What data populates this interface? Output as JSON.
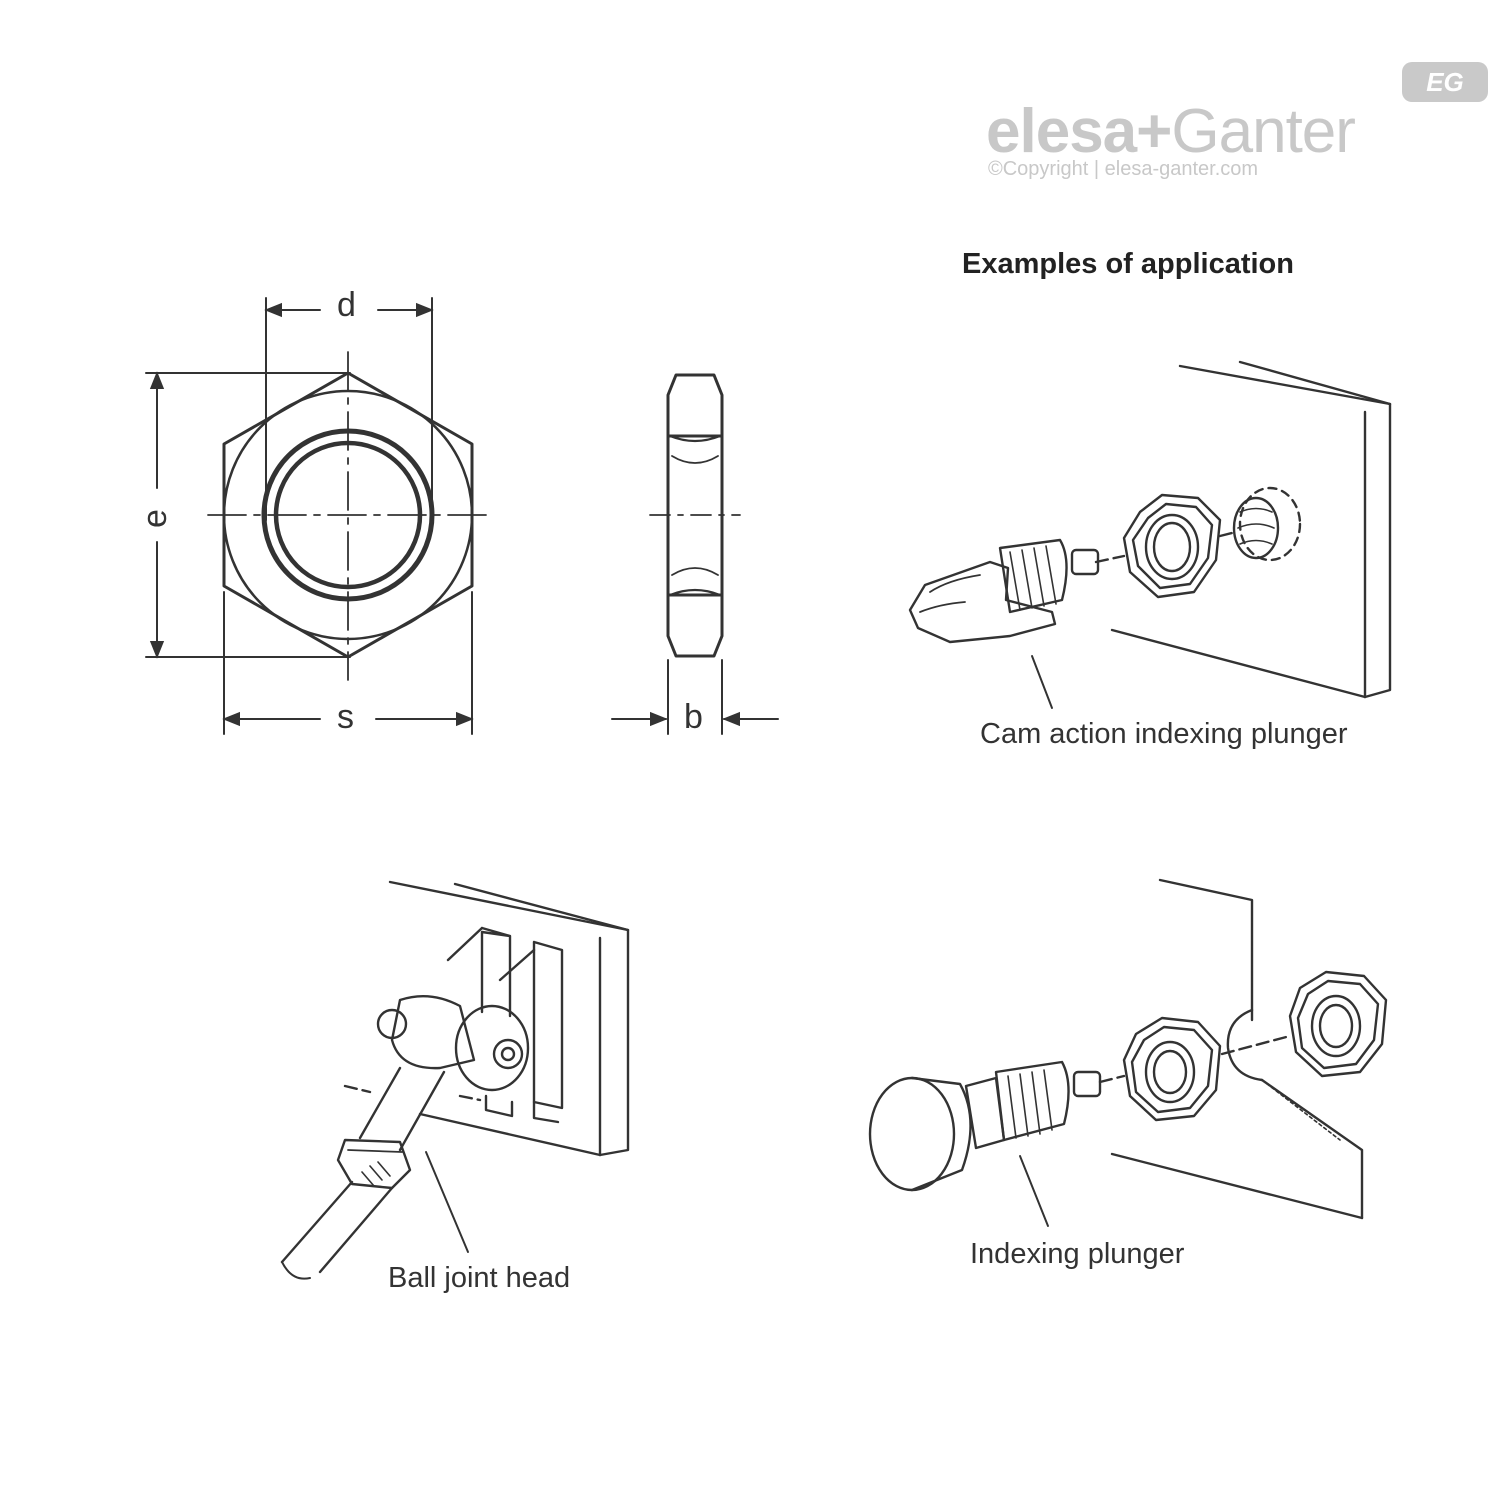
{
  "brand": {
    "name": "elesa",
    "plus": "+",
    "partner": "Ganter",
    "badge": "EG",
    "copyright": "©Copyright | elesa-ganter.com"
  },
  "dimensions": {
    "d": "d",
    "e": "e",
    "s": "s",
    "b": "b"
  },
  "examples": {
    "title": "Examples of application",
    "cam": "Cam action indexing plunger",
    "ball": "Ball joint head",
    "indexing": "Indexing plunger"
  },
  "colors": {
    "line": "#333333",
    "brand": "#c8c8c8"
  }
}
